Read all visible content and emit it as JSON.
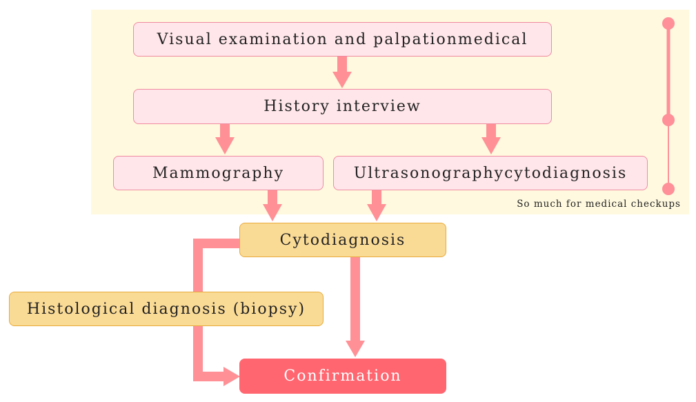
{
  "panel_note": "So much for medical checkups",
  "nodes": {
    "visual": "Visual examination and palpationmedical",
    "history": "History interview",
    "mammo": "Mammography",
    "ultra": "Ultrasonographycytodiagnosis",
    "cyto": "Cytodiagnosis",
    "histo": "Histological diagnosis (biopsy)",
    "confirm": "Confirmation"
  },
  "colors": {
    "arrow": "#ff9096",
    "panel": "#fff9df",
    "pink_box": "#ffe6ea",
    "yellow_box": "#fadb96",
    "confirm_box": "#ff6670"
  }
}
